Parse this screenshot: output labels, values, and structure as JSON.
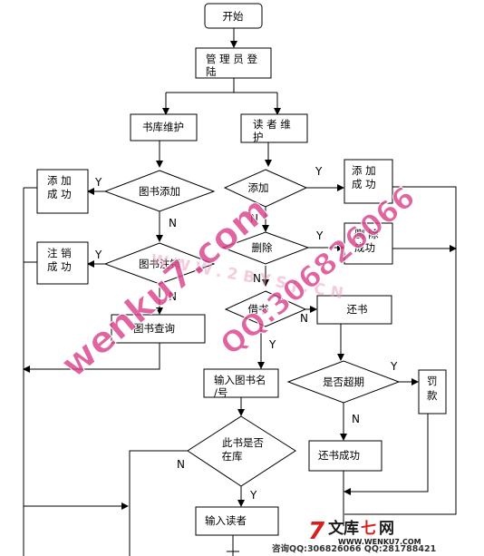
{
  "nodes": {
    "start": "开始",
    "admin_login": [
      "管 理 员 登",
      "陆"
    ],
    "library_maintain": "书库维护",
    "reader_maintain": [
      "读 者 维",
      "护"
    ],
    "book_add_q": "图书添加",
    "add_q": "添加",
    "add_ok_left": [
      "添 加",
      "成 功"
    ],
    "add_ok_right": [
      "添 加",
      "成 功"
    ],
    "book_cancel_q": "图书注销",
    "delete_q": "删除",
    "cancel_ok": [
      "注 销",
      "成 功"
    ],
    "delete_ok": [
      "删 除",
      "成功"
    ],
    "borrow_q": "借书",
    "return_book": "还书",
    "book_query": "图书查询",
    "input_book": [
      "输入图书名",
      "/号"
    ],
    "overdue_q": "是否超期",
    "fine": [
      "罚",
      "款"
    ],
    "in_library_q": [
      "此书是否",
      "在库"
    ],
    "return_ok": "还书成功",
    "input_reader": "输入读者"
  },
  "labels": {
    "yes": "Y",
    "no": "N"
  },
  "watermark": {
    "main": "wenku7.com",
    "qq": "QQ:306826066",
    "site": "WWW.2BYSJ.CN"
  },
  "brand": {
    "logo_num": "7",
    "name_a": "文库",
    "name_b": "七",
    "name_c": "网",
    "url": "WWW.WENKU7.COM",
    "contact": "咨询QQ:306826066  QQ:281788421",
    "colors": {
      "accent": "#d81e1e",
      "watermark": "#d9428a"
    }
  }
}
